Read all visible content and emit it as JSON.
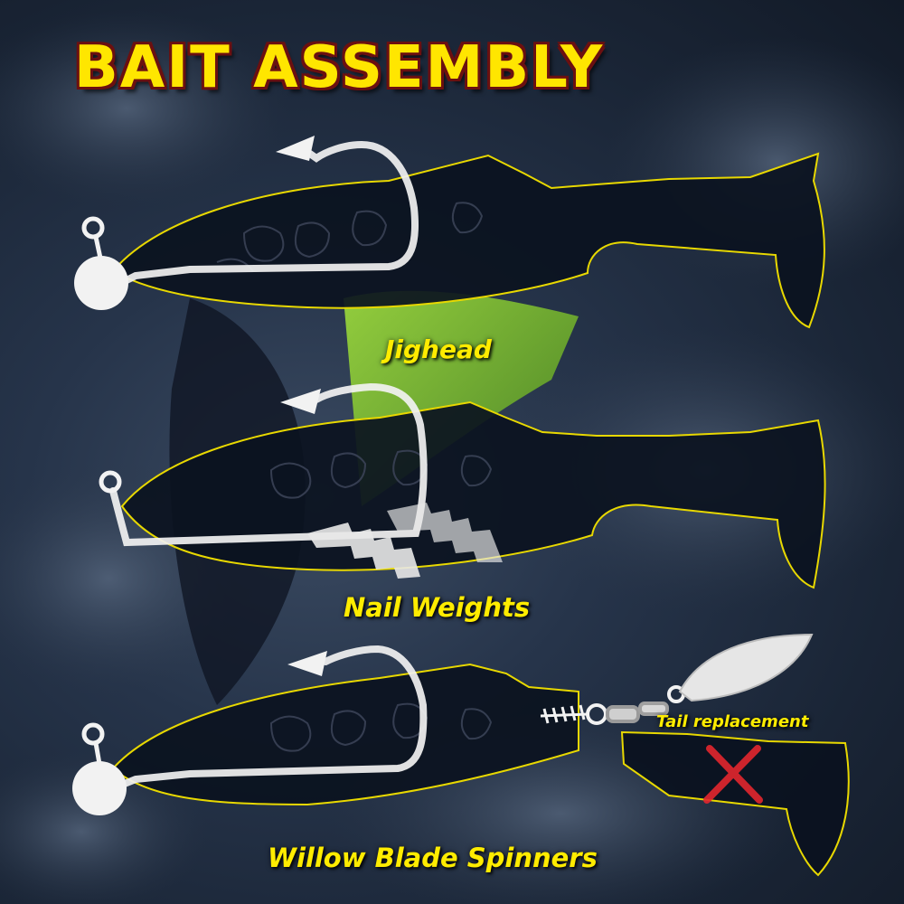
{
  "title": "BAIT ASSEMBLY",
  "labels": {
    "jighead": "Jighead",
    "nail_weights": "Nail Weights",
    "willow_blade_spinners": "Willow Blade Spinners",
    "tail_replacement": "Tail replacement"
  },
  "colors": {
    "title_fill": "#ffe600",
    "title_outline": "#6b1010",
    "label_text": "#ffec00",
    "bait_body": "#0b1220",
    "bait_outline": "#e8d800",
    "hook": "#f2f2f2",
    "cross_mark": "#e3262e"
  },
  "icons": [
    "jighead-hook-icon",
    "nail-weight-icon",
    "swivel-icon",
    "willow-blade-icon",
    "cross-mark-icon"
  ]
}
